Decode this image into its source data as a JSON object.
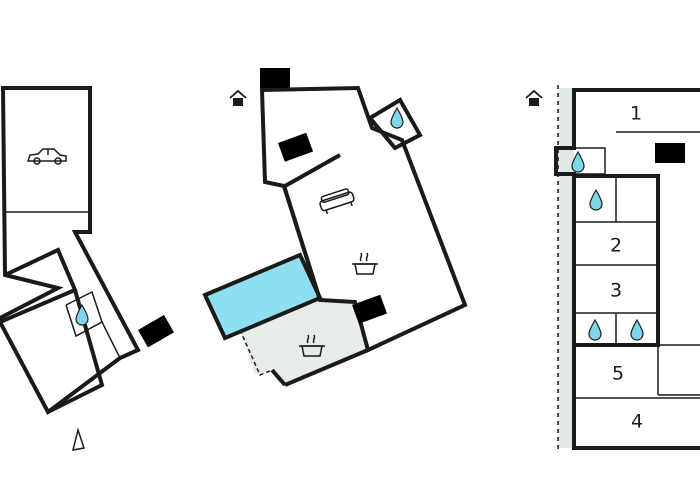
{
  "colors": {
    "wall": "#1a1a1a",
    "pool": "#8ee0f0",
    "terrace": "#e6ecea",
    "water_drop": "#7fd6ea",
    "corridor": "#e0ebe7"
  },
  "floors": [
    {
      "name": "left-plan",
      "rooms": [
        {
          "id": "garage",
          "icon": "car-icon"
        },
        {
          "id": "bathroom",
          "icon": "water-drop-icon"
        }
      ],
      "icons": [
        "car-icon",
        "water-drop-icon",
        "stairs-icon",
        "north-arrow-icon"
      ]
    },
    {
      "name": "middle-plan",
      "rooms": [
        {
          "id": "living-room",
          "icon": "sofa-icon"
        },
        {
          "id": "kitchen",
          "icon": "cooking-pot-icon"
        },
        {
          "id": "bathroom",
          "icon": "water-drop-icon"
        },
        {
          "id": "pool",
          "icon": ""
        },
        {
          "id": "terrace",
          "icon": "cooking-pot-icon"
        }
      ],
      "icons": [
        "house-entrance-icon",
        "stairs-icon",
        "sofa-icon",
        "cooking-pot-icon",
        "water-drop-icon"
      ]
    },
    {
      "name": "right-plan",
      "room_numbers": [
        "1",
        "2",
        "3",
        "5",
        "4"
      ],
      "icons": [
        "house-entrance-icon",
        "stairs-icon",
        "water-drop-icon"
      ]
    }
  ]
}
